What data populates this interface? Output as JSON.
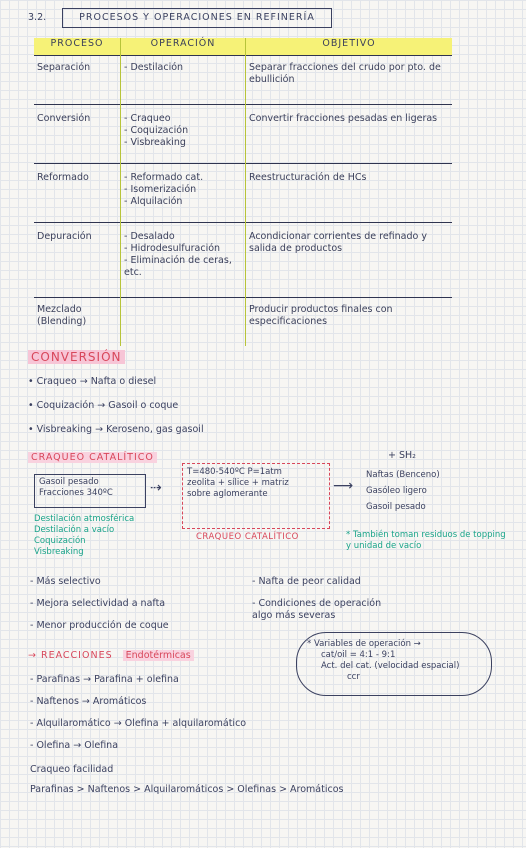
{
  "header": {
    "number": "3.2.",
    "title": "PROCESOS Y OPERACIONES EN REFINERÍA"
  },
  "table": {
    "headers": [
      "PROCESO",
      "OPERACIÓN",
      "OBJETIVO"
    ],
    "rows": [
      {
        "proceso": "Separación",
        "operacion": [
          "- Destilación"
        ],
        "objetivo": "Separar fracciones del crudo por pto. de ebullición"
      },
      {
        "proceso": "Conversión",
        "operacion": [
          "- Craqueo",
          "- Coquización",
          "- Visbreaking"
        ],
        "objetivo": "Convertir fracciones pesadas en ligeras"
      },
      {
        "proceso": "Reformado",
        "operacion": [
          "- Reformado cat.",
          "- Isomerización",
          "- Alquilación"
        ],
        "objetivo": "Reestructuración de HCs"
      },
      {
        "proceso": "Depuración",
        "operacion": [
          "- Desalado",
          "- Hidrodesulfuración",
          "- Eliminación de ceras, etc."
        ],
        "objetivo": "Acondicionar corrientes de refinado y salida de productos"
      },
      {
        "proceso": "Mezclado (Blending)",
        "operacion": [],
        "objetivo": "Producir productos finales con especificaciones"
      }
    ]
  },
  "conversion": {
    "title": "CONVERSIÓN",
    "items": [
      "• Craqueo → Nafta o diesel",
      "• Coquización → Gasoil o coque",
      "• Visbreaking → Keroseno, gas gasoil"
    ]
  },
  "craqueo": {
    "title": "CRAQUEO CATALÍTICO",
    "h2_label": "+ SH₂",
    "inputs": [
      "Gasoil pesado",
      "Fracciones 340ºC"
    ],
    "box": [
      "T=480-540ºC  P=1atm",
      "zeolita + sílice + matriz",
      "sobre aglomerante"
    ],
    "box_label": "CRAQUEO CATALÍTICO",
    "outputs": [
      "Naftas (Benceno)",
      "Gasóleo ligero",
      "Gasoil pesado"
    ],
    "notes_green": [
      "Destilación atmosférica",
      "Destilación a vacío",
      "Coquización",
      "Visbreaking"
    ],
    "note_right": "* También toman residuos de topping y unidad de vacío",
    "pros": [
      "- Más selectivo",
      "- Mejora selectividad a nafta",
      "- Menor producción de coque"
    ],
    "cons": [
      "- Nafta de peor calidad",
      "- Condiciones de operación algo más severas"
    ]
  },
  "cloud": {
    "lines": [
      "* Variables de operación →",
      "cat/oil = 4:1 - 9:1",
      "Act. del cat. (velocidad espacial)",
      "ccr"
    ]
  },
  "reacciones": {
    "title": "→ REACCIONES",
    "subtitle": "Endotérmicas",
    "items": [
      "- Parafinas → Parafina + olefina",
      "- Naftenos → Aromáticos",
      "- Alquilaromático → Olefina + alquilaromático",
      "- Olefina → Olefina"
    ],
    "facilidad_title": "Craqueo facilidad",
    "facilidad": "Parafinas > Naftenos > Alquilaromáticos > Olefinas > Aromáticos"
  }
}
